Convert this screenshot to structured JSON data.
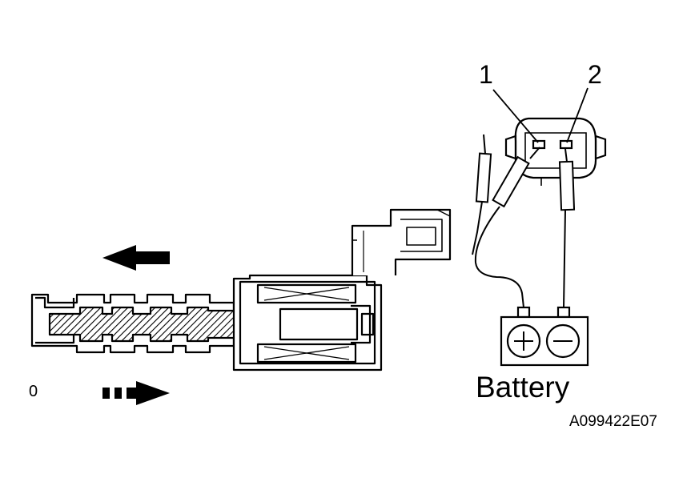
{
  "labels": {
    "terminal_1": "1",
    "terminal_2": "2",
    "battery": "Battery",
    "plus": "+",
    "minus": "−",
    "stray_mark": "0",
    "figure_code": "A099422E07"
  },
  "icons": {
    "solid_arrow": "arrow-left-solid",
    "dashed_arrow": "arrow-right-dashed"
  },
  "colors": {
    "ink": "#000000",
    "paper": "#ffffff"
  }
}
